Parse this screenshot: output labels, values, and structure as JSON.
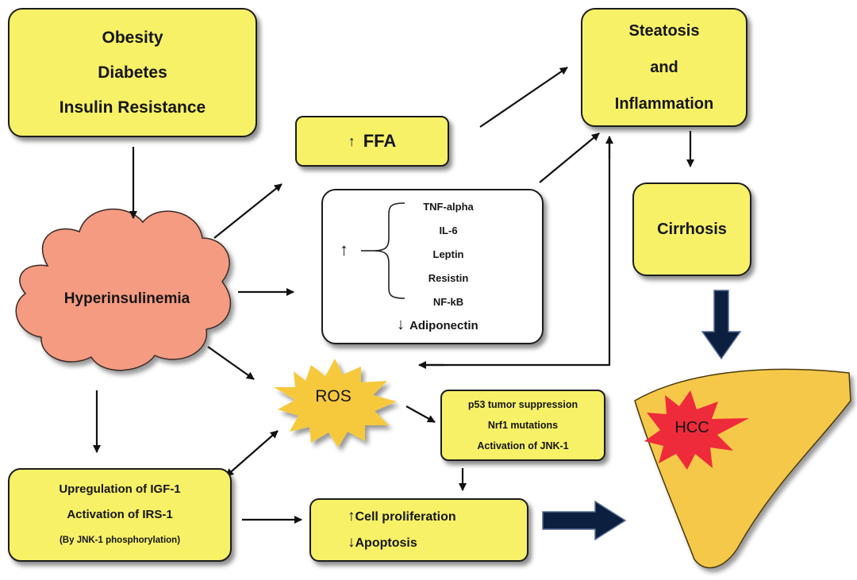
{
  "risk_factors": [
    "Obesity",
    "Diabetes",
    "Insulin Resistance"
  ],
  "ffa": "FFA",
  "cytokines": [
    "TNF-alpha",
    "IL-6",
    "Leptin",
    "Resistin",
    "NF-kB"
  ],
  "adiponectin": "Adiponectin",
  "steatosis": [
    "Steatosis",
    "and",
    "Inflammation"
  ],
  "cirrhosis": "Cirrhosis",
  "hyperinsulinemia": "Hyperinsulinemia",
  "ros": "ROS",
  "p53_box": [
    "p53 tumor suppression",
    "Nrf1 mutations",
    "Activation of JNK-1"
  ],
  "igf_box": [
    "Upregulation of IGF-1",
    "Activation of IRS-1",
    "(By JNK-1 phosphorylation)"
  ],
  "cell_box": [
    "Cell proliferation",
    "Apoptosis"
  ],
  "hcc": "HCC",
  "colors": {
    "box_fill": "#f7f168",
    "cloud": "#f49b82",
    "ros": "#f6c93c",
    "liver": "#f5c84a",
    "hcc_star": "#ee2b3b",
    "big_arrow": "#0c1f3f"
  }
}
